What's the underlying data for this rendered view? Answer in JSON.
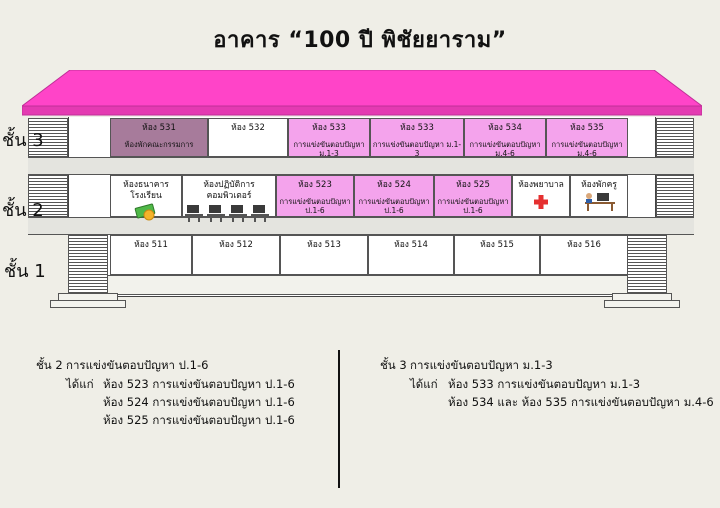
{
  "title": "อาคาร  “100 ปี พิชัยยาราม”",
  "colors": {
    "roof": "#ff44c8",
    "roof_dark": "#e43ab2",
    "pink_room": "#f4a3ec",
    "mauve_room": "#a77b9b",
    "background": "#efeee7"
  },
  "floors": {
    "f3": {
      "label": "ชั้น 3"
    },
    "f2": {
      "label": "ชั้น 2"
    },
    "f1": {
      "label": "ชั้น 1"
    }
  },
  "rooms_f3": [
    {
      "name": "ห้อง 531",
      "sub": "ห้องพักคณะกรรมการ"
    },
    {
      "name": "ห้อง 532",
      "sub": ""
    },
    {
      "name": "ห้อง 533",
      "sub": "การแข่งขันตอบปัญหา ม.1-3"
    },
    {
      "name": "ห้อง 533",
      "sub": "การแข่งขันตอบปัญหา ม.1-3"
    },
    {
      "name": "ห้อง 534",
      "sub": "การแข่งขันตอบปัญหา ม.4-6"
    },
    {
      "name": "ห้อง 535",
      "sub": "การแข่งขันตอบปัญหา ม.4-6"
    }
  ],
  "rooms_f2": [
    {
      "name": "ห้องธนาคารโรงเรียน",
      "icon": "money-icon"
    },
    {
      "name": "ห้องปฏิบัติการคอมพิวเตอร์",
      "icon": "computer-desk-icon"
    },
    {
      "name": "ห้อง 523",
      "sub": "การแข่งขันตอบปัญหา ป.1-6"
    },
    {
      "name": "ห้อง 524",
      "sub": "การแข่งขันตอบปัญหา ป.1-6"
    },
    {
      "name": "ห้อง 525",
      "sub": "การแข่งขันตอบปัญหา ป.1-6"
    },
    {
      "name": "ห้องพยาบาล",
      "icon": "medical-cross-icon"
    },
    {
      "name": "ห้องพักครู",
      "icon": "teacher-desk-icon"
    }
  ],
  "rooms_f1": [
    {
      "name": "ห้อง 511"
    },
    {
      "name": "ห้อง 512"
    },
    {
      "name": "ห้อง 513"
    },
    {
      "name": "ห้อง 514"
    },
    {
      "name": "ห้อง 515"
    },
    {
      "name": "ห้อง 516"
    }
  ],
  "notes_left": {
    "floor": "ชั้น 2",
    "heading": "การแข่งขันตอบปัญหา ป.1-6",
    "prefix": "ได้แก่",
    "lines": [
      "ห้อง 523 การแข่งขันตอบปัญหา ป.1-6",
      "ห้อง 524 การแข่งขันตอบปัญหา ป.1-6",
      "ห้อง 525 การแข่งขันตอบปัญหา ป.1-6"
    ]
  },
  "notes_right": {
    "floor": "ชั้น 3",
    "heading": "การแข่งขันตอบปัญหา ม.1-3",
    "prefix": "ได้แก่",
    "lines": [
      "ห้อง 533 การแข่งขันตอบปัญหา ม.1-3",
      "ห้อง 534 และ ห้อง 535 การแข่งขันตอบปัญหา ม.4-6"
    ]
  }
}
